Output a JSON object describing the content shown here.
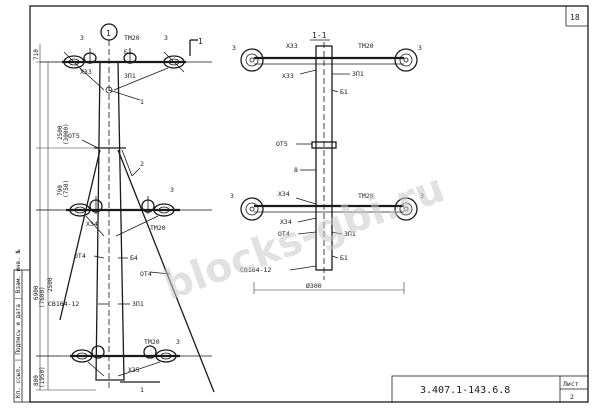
{
  "sheet": {
    "sheet_number": "18",
    "document_code": "3.407.1-143.6.8",
    "format_label": "Лист",
    "format_value": "2",
    "side_stamp": "Кп. ссыл. | Подпись и дата | Взам. инв. №",
    "watermark": "blocks-gbi.ru"
  },
  "left_view": {
    "section_marker": "1",
    "section_cut": "1",
    "labels": {
      "top_3_left": "3",
      "top_tm20": "ТМ20",
      "top_3_right": "3",
      "top_x33": "Х33",
      "top_b1": "Б1",
      "top_zp1": "ЗП1",
      "top_mark_1": "1",
      "ot5": "ОТ5",
      "mark_2": "2",
      "mid_3": "3",
      "mid_x34": "Х34",
      "mid_tm20": "ТМ20",
      "ot4_a": "ОТ4",
      "b4": "Б4",
      "ot4_b": "ОТ4",
      "cb": "СВ164-12",
      "zp1_low": "ЗП1",
      "low_tm20": "ТМ20",
      "low_3": "3",
      "low_x35": "Х35",
      "low_mark_1": "1"
    },
    "dims": {
      "d_top": "710",
      "d_a": "2500",
      "d_a2": "(3000)",
      "d_b": "790",
      "d_b2": "(750)",
      "d_c": "6900",
      "d_c2": "(7600)",
      "d_d": "2500",
      "d_e": "800",
      "d_e2": "(1950)"
    }
  },
  "right_view": {
    "title": "1-1",
    "labels": {
      "top_3_left": "3",
      "top_x33": "Х33",
      "top_tm20": "ТМ20",
      "top_3_right": "3",
      "x33_b": "Х33",
      "zp1": "ЗП1",
      "b1": "Б1",
      "ot5": "ОТ5",
      "mark_8": "8",
      "x34": "Х34",
      "mid_3_left": "3",
      "mid_tm20": "ТМ20",
      "mid_3_right": "3",
      "x34_b": "Х34",
      "ot4": "ОТ4",
      "zp1_b": "ЗП1",
      "b1_b": "Б1",
      "cb": "СВ164-12",
      "width_dim": "Ø300"
    }
  }
}
